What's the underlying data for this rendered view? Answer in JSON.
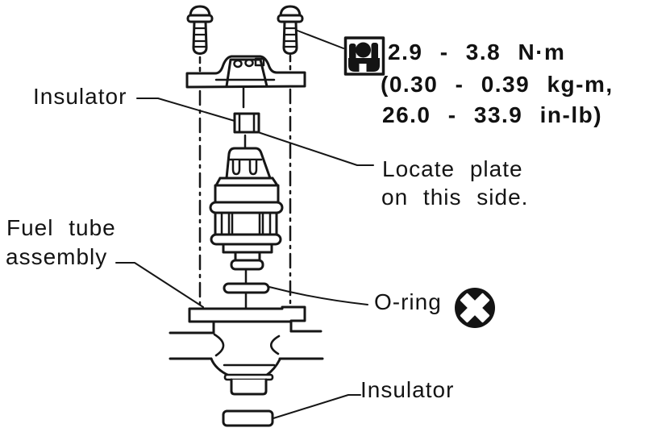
{
  "figure": {
    "title_semantic": "fuel-injector-exploded-view",
    "labels": {
      "insulator_top": "Insulator",
      "fuel_tube_line1": "Fuel tube",
      "fuel_tube_line2": "assembly",
      "locate_plate_line1": "Locate plate",
      "locate_plate_line2": "on this side.",
      "o_ring": "O-ring",
      "insulator_bottom": "Insulator"
    },
    "torque_spec": {
      "line1": "2.9 - 3.8 N·m",
      "line2": "(0.30 - 0.39 kg-m,",
      "line3": "26.0 - 33.9 in-lb)"
    },
    "icons": {
      "torque_wrench": "torque-wrench-icon",
      "do_not_reuse": "do-not-reuse-x-icon"
    },
    "colors": {
      "ink": "#161616",
      "background": "#ffffff"
    }
  }
}
